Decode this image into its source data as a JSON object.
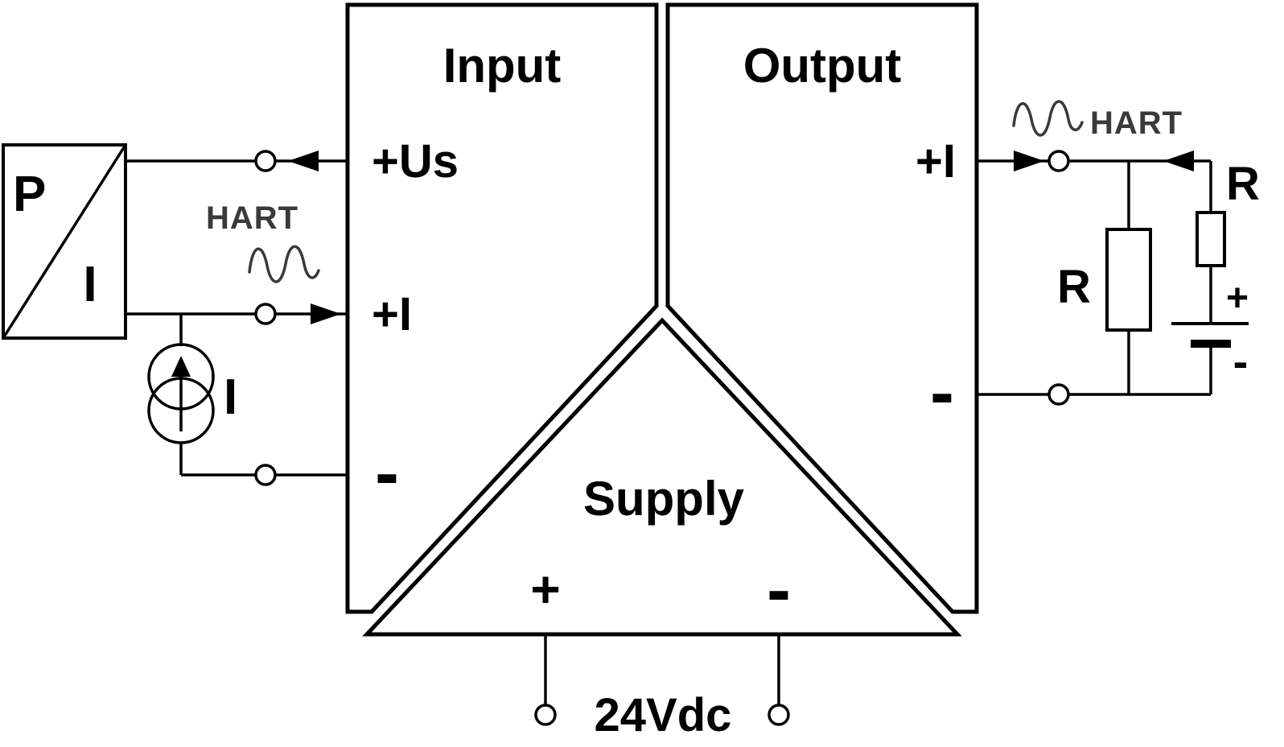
{
  "blocks": {
    "input": {
      "title": "Input",
      "terminal_us": "+Us",
      "terminal_i": "+I",
      "terminal_minus": "-"
    },
    "output": {
      "title": "Output",
      "terminal_i": "+I",
      "terminal_minus": "-"
    },
    "supply": {
      "title": "Supply",
      "terminal_plus": "+",
      "terminal_minus": "-",
      "voltage_label": "24Vdc"
    }
  },
  "field_side": {
    "transmitter_p": "P",
    "transmitter_i": "I",
    "hart_label": "HART",
    "current_source_label": "I"
  },
  "load_side": {
    "hart_label": "HART",
    "load_resistor_label": "R",
    "series_resistor_label": "R",
    "battery_plus": "+",
    "battery_minus": "-"
  },
  "colors": {
    "line": "#000000",
    "hart_text": "#3a3a3a",
    "background": "#ffffff"
  }
}
